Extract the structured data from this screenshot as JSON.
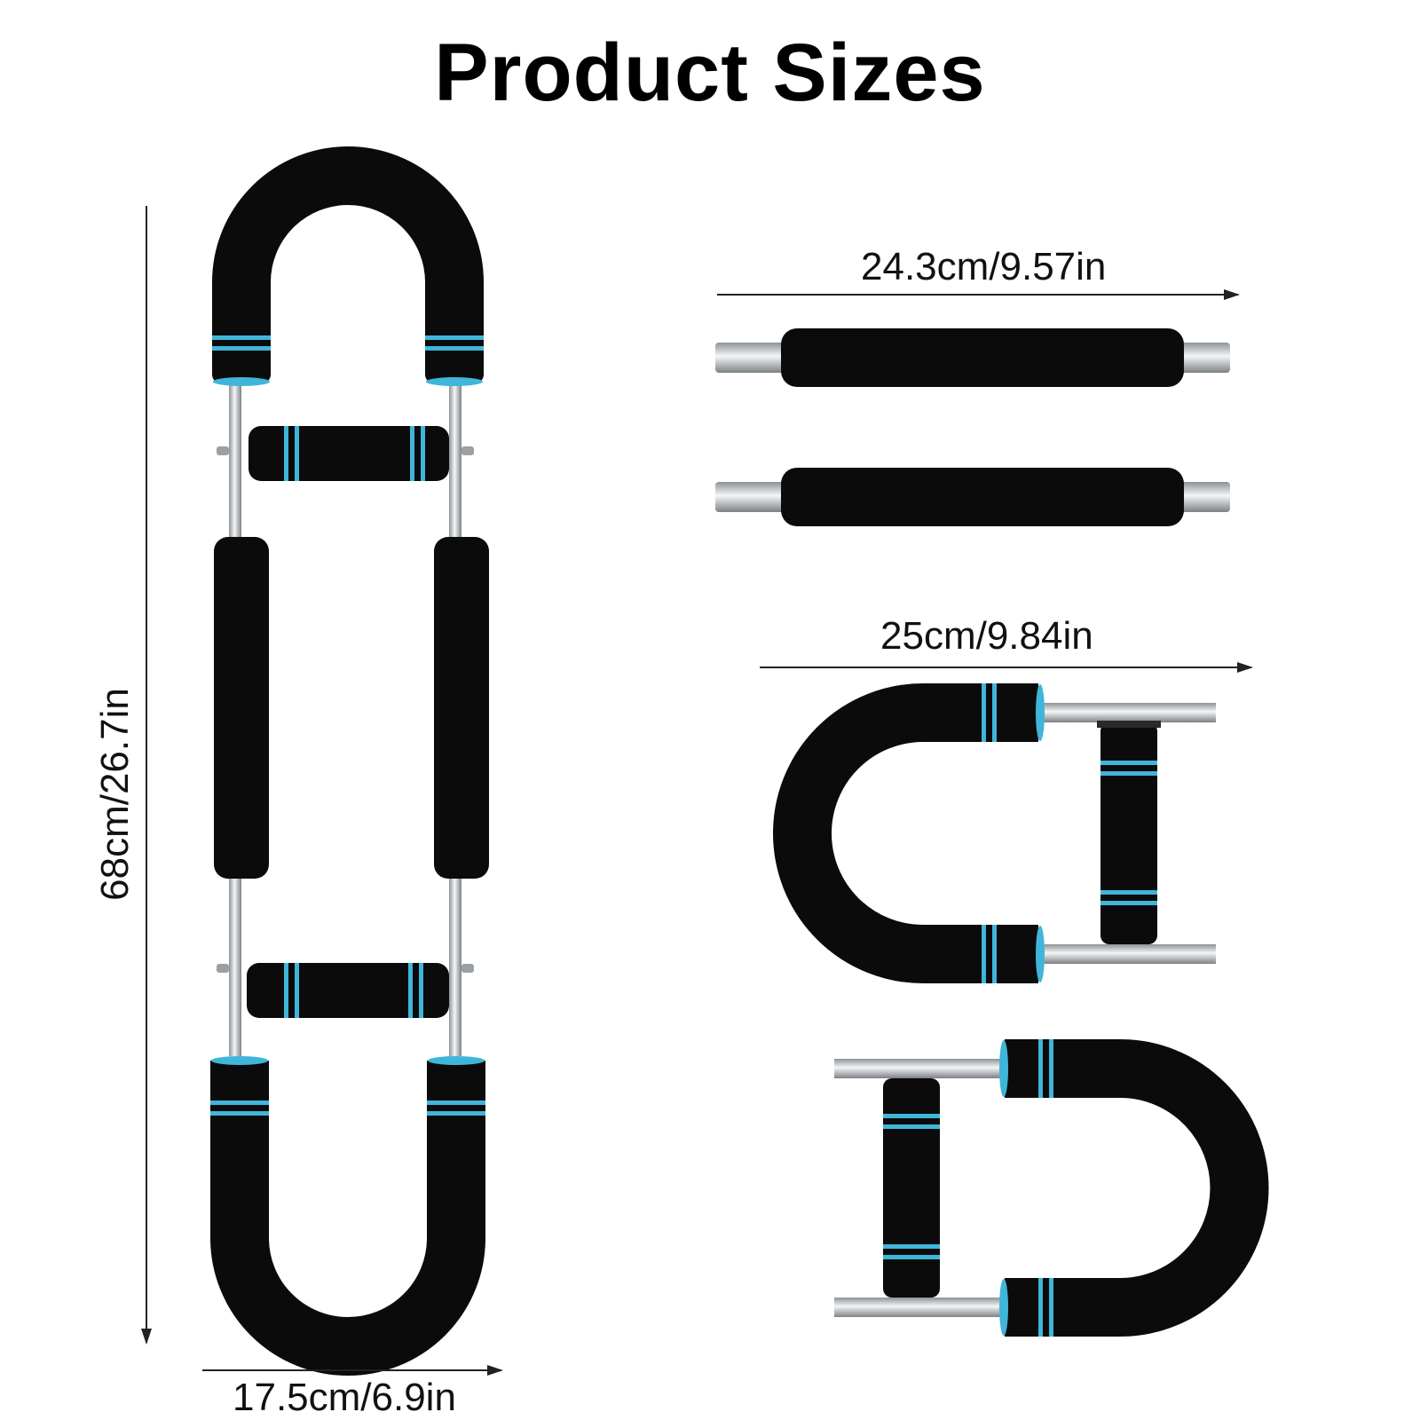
{
  "page": {
    "title": "Product Sizes"
  },
  "dimensions": {
    "height_label": "68cm/26.7in",
    "width_label": "17.5cm/6.9in",
    "straight_handle_label": "24.3cm/9.57in",
    "u_handle_label": "25cm/9.84in"
  },
  "colors": {
    "foam": "#0b0b0b",
    "accent_ring": "#3fb6d9",
    "steel": "#cfd3d6",
    "arrow": "#222222"
  }
}
